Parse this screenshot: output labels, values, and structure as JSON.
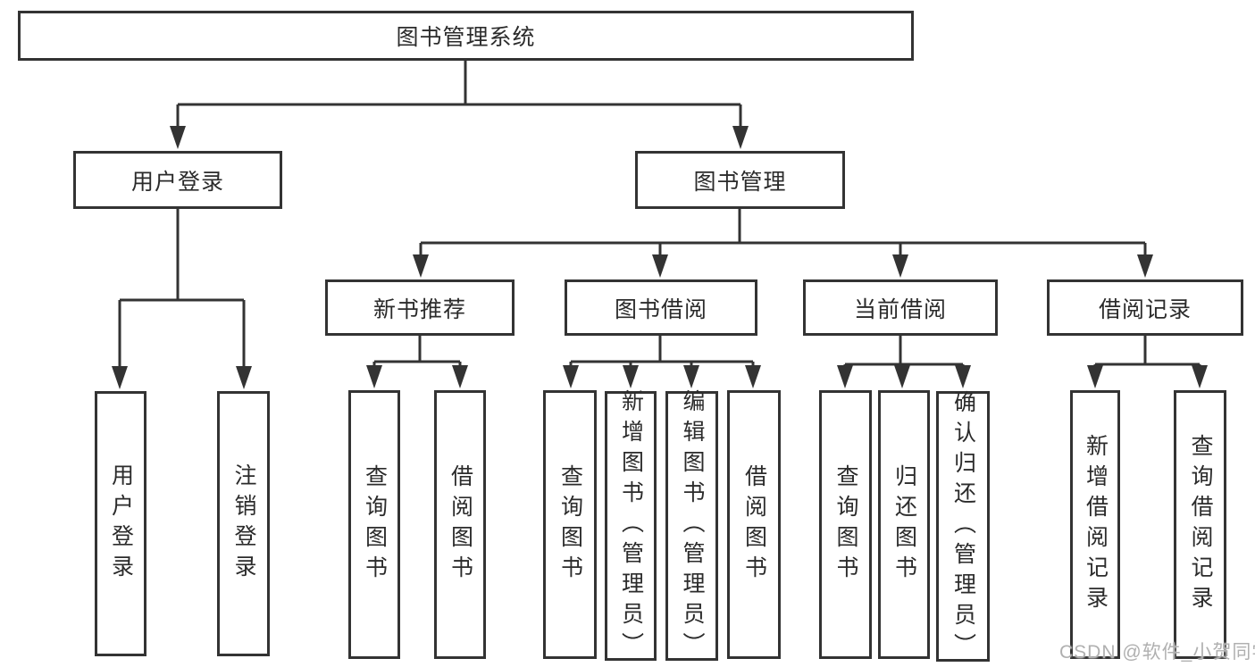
{
  "diagram_title": "图书管理系统",
  "nodes": {
    "root": {
      "label": "图书管理系统"
    },
    "user_login": {
      "label": "用户登录"
    },
    "book_mgmt": {
      "label": "图书管理"
    },
    "new_book_rec": {
      "label": "新书推荐"
    },
    "book_borrow": {
      "label": "图书借阅"
    },
    "current_borrow": {
      "label": "当前借阅"
    },
    "borrow_records": {
      "label": "借阅记录"
    },
    "login_action": {
      "label": "用户登录"
    },
    "logout_action": {
      "label": "注销登录"
    },
    "rec_query": {
      "label": "查询图书"
    },
    "rec_borrow": {
      "label": "借阅图书"
    },
    "bb_query": {
      "label": "查询图书"
    },
    "bb_add": {
      "label": "新增图书（管理员）"
    },
    "bb_edit": {
      "label": "编辑图书（管理员）"
    },
    "bb_borrow": {
      "label": "借阅图书"
    },
    "cb_query": {
      "label": "查询图书"
    },
    "cb_return": {
      "label": "归还图书"
    },
    "cb_confirm": {
      "label": "确认归还（管理员）"
    },
    "br_add": {
      "label": "新增借阅记录"
    },
    "br_query": {
      "label": "查询借阅记录"
    }
  },
  "hierarchy": {
    "root": "图书管理系统",
    "children": [
      {
        "label": "用户登录",
        "children": [
          "用户登录",
          "注销登录"
        ]
      },
      {
        "label": "图书管理",
        "children": [
          {
            "label": "新书推荐",
            "children": [
              "查询图书",
              "借阅图书"
            ]
          },
          {
            "label": "图书借阅",
            "children": [
              "查询图书",
              "新增图书（管理员）",
              "编辑图书（管理员）",
              "借阅图书"
            ]
          },
          {
            "label": "当前借阅",
            "children": [
              "查询图书",
              "归还图书",
              "确认归还（管理员）"
            ]
          },
          {
            "label": "借阅记录",
            "children": [
              "新增借阅记录",
              "查询借阅记录"
            ]
          }
        ]
      }
    ]
  },
  "watermark": {
    "text": "CSDN @软件_小贺同学"
  },
  "colors": {
    "line": "#333333",
    "box_border": "#333333",
    "box_fill": "#ffffff",
    "text": "#2b2b2b",
    "watermark": "#b0b0b0",
    "background": "#ffffff"
  }
}
